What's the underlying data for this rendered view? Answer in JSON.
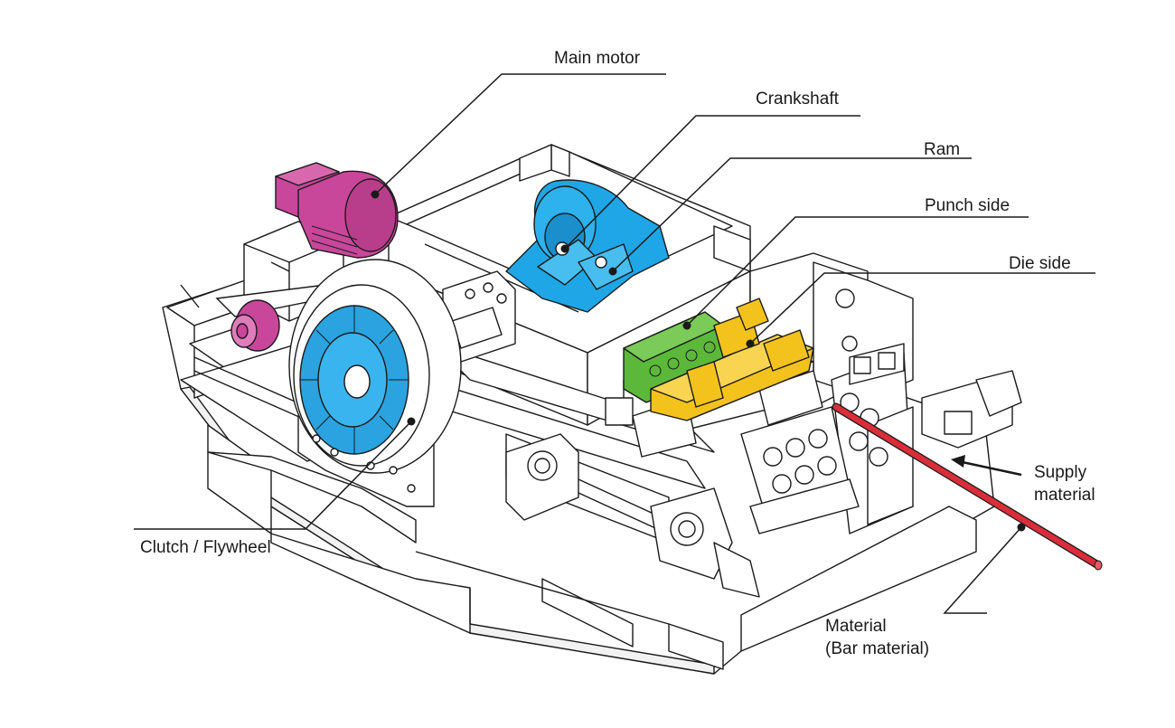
{
  "labels": {
    "main_motor": "Main motor",
    "crankshaft": "Crankshaft",
    "ram": "Ram",
    "punch_side": "Punch side",
    "die_side": "Die side",
    "supply_material_line1": "Supply",
    "supply_material_line2": "material",
    "clutch_flywheel": "Clutch / Flywheel",
    "material_line1": "Material",
    "material_line2": "(Bar material)"
  },
  "colors": {
    "main_motor": "#c8479a",
    "crankshaft": "#1ea6e6",
    "ram": "#5cb83a",
    "die_side": "#f4c21c",
    "clutch_flywheel": "#2aa3e0",
    "material": "#d92e3a",
    "outline": "#1a1a1a"
  }
}
